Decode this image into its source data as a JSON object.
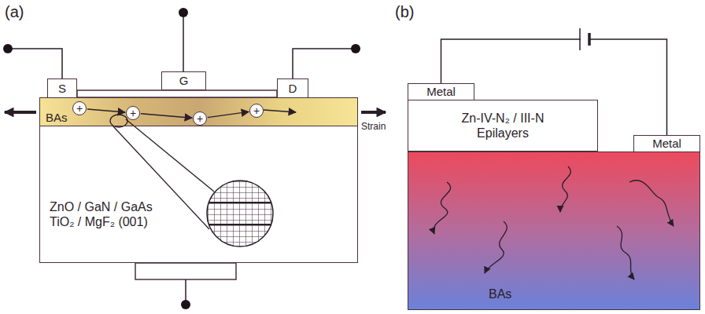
{
  "diagram": {
    "nodes": [
      {
        "text": [
          "S"
        ]
      },
      {
        "text": [
          "G"
        ]
      },
      {
        "text": [
          "D"
        ]
      },
      {
        "text": [
          "BAs"
        ]
      },
      {
        "text": [
          "+"
        ],
        "in": 3
      },
      {
        "text": [
          "+"
        ],
        "in": 3
      },
      {
        "text": [
          "+"
        ],
        "in": 3
      },
      {
        "text": [
          "+"
        ],
        "in": 3
      },
      {
        "text": [
          "ZnO / GaN / GaAs TiO₂ / MgF₂ (001)"
        ]
      },
      {
        "text": [
          "Metal"
        ]
      },
      {
        "text": [
          "Zn-IV-N₂ / III-N Epilayers"
        ]
      },
      {
        "text": [
          "Metal"
        ]
      },
      {
        "text": [
          "BAs"
        ]
      }
    ],
    "edges": [
      {
        "from": 4,
        "to": 5,
        "arrow": "to"
      },
      {
        "from": 5,
        "to": 6,
        "arrow": "to"
      },
      {
        "from": 6,
        "to": 7,
        "arrow": "to"
      },
      {
        "from": 9,
        "to": 11,
        "arrow": "none"
      }
    ],
    "labels": [
      "(a)",
      "Strain",
      "(b)"
    ]
  }
}
